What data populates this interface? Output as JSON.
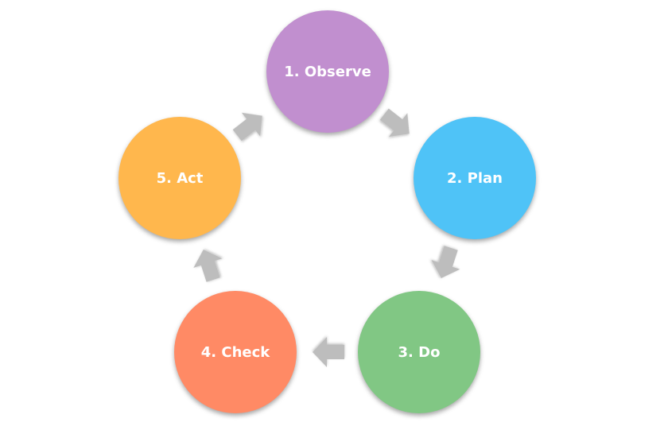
{
  "cycle": {
    "steps": [
      {
        "label": "1. Observe",
        "color": "#C18FCF",
        "icon": "circle-node"
      },
      {
        "label": "2. Plan",
        "color": "#4FC3F7",
        "icon": "circle-node"
      },
      {
        "label": "3. Do",
        "color": "#81C784",
        "icon": "circle-node"
      },
      {
        "label": "4. Check",
        "color": "#FF8A65",
        "icon": "circle-node"
      },
      {
        "label": "5. Act",
        "color": "#FFB74D",
        "icon": "circle-node"
      }
    ],
    "arrow_color": "#BDBDBD",
    "arrow_icon": "block-arrow-icon",
    "direction": "clockwise"
  }
}
